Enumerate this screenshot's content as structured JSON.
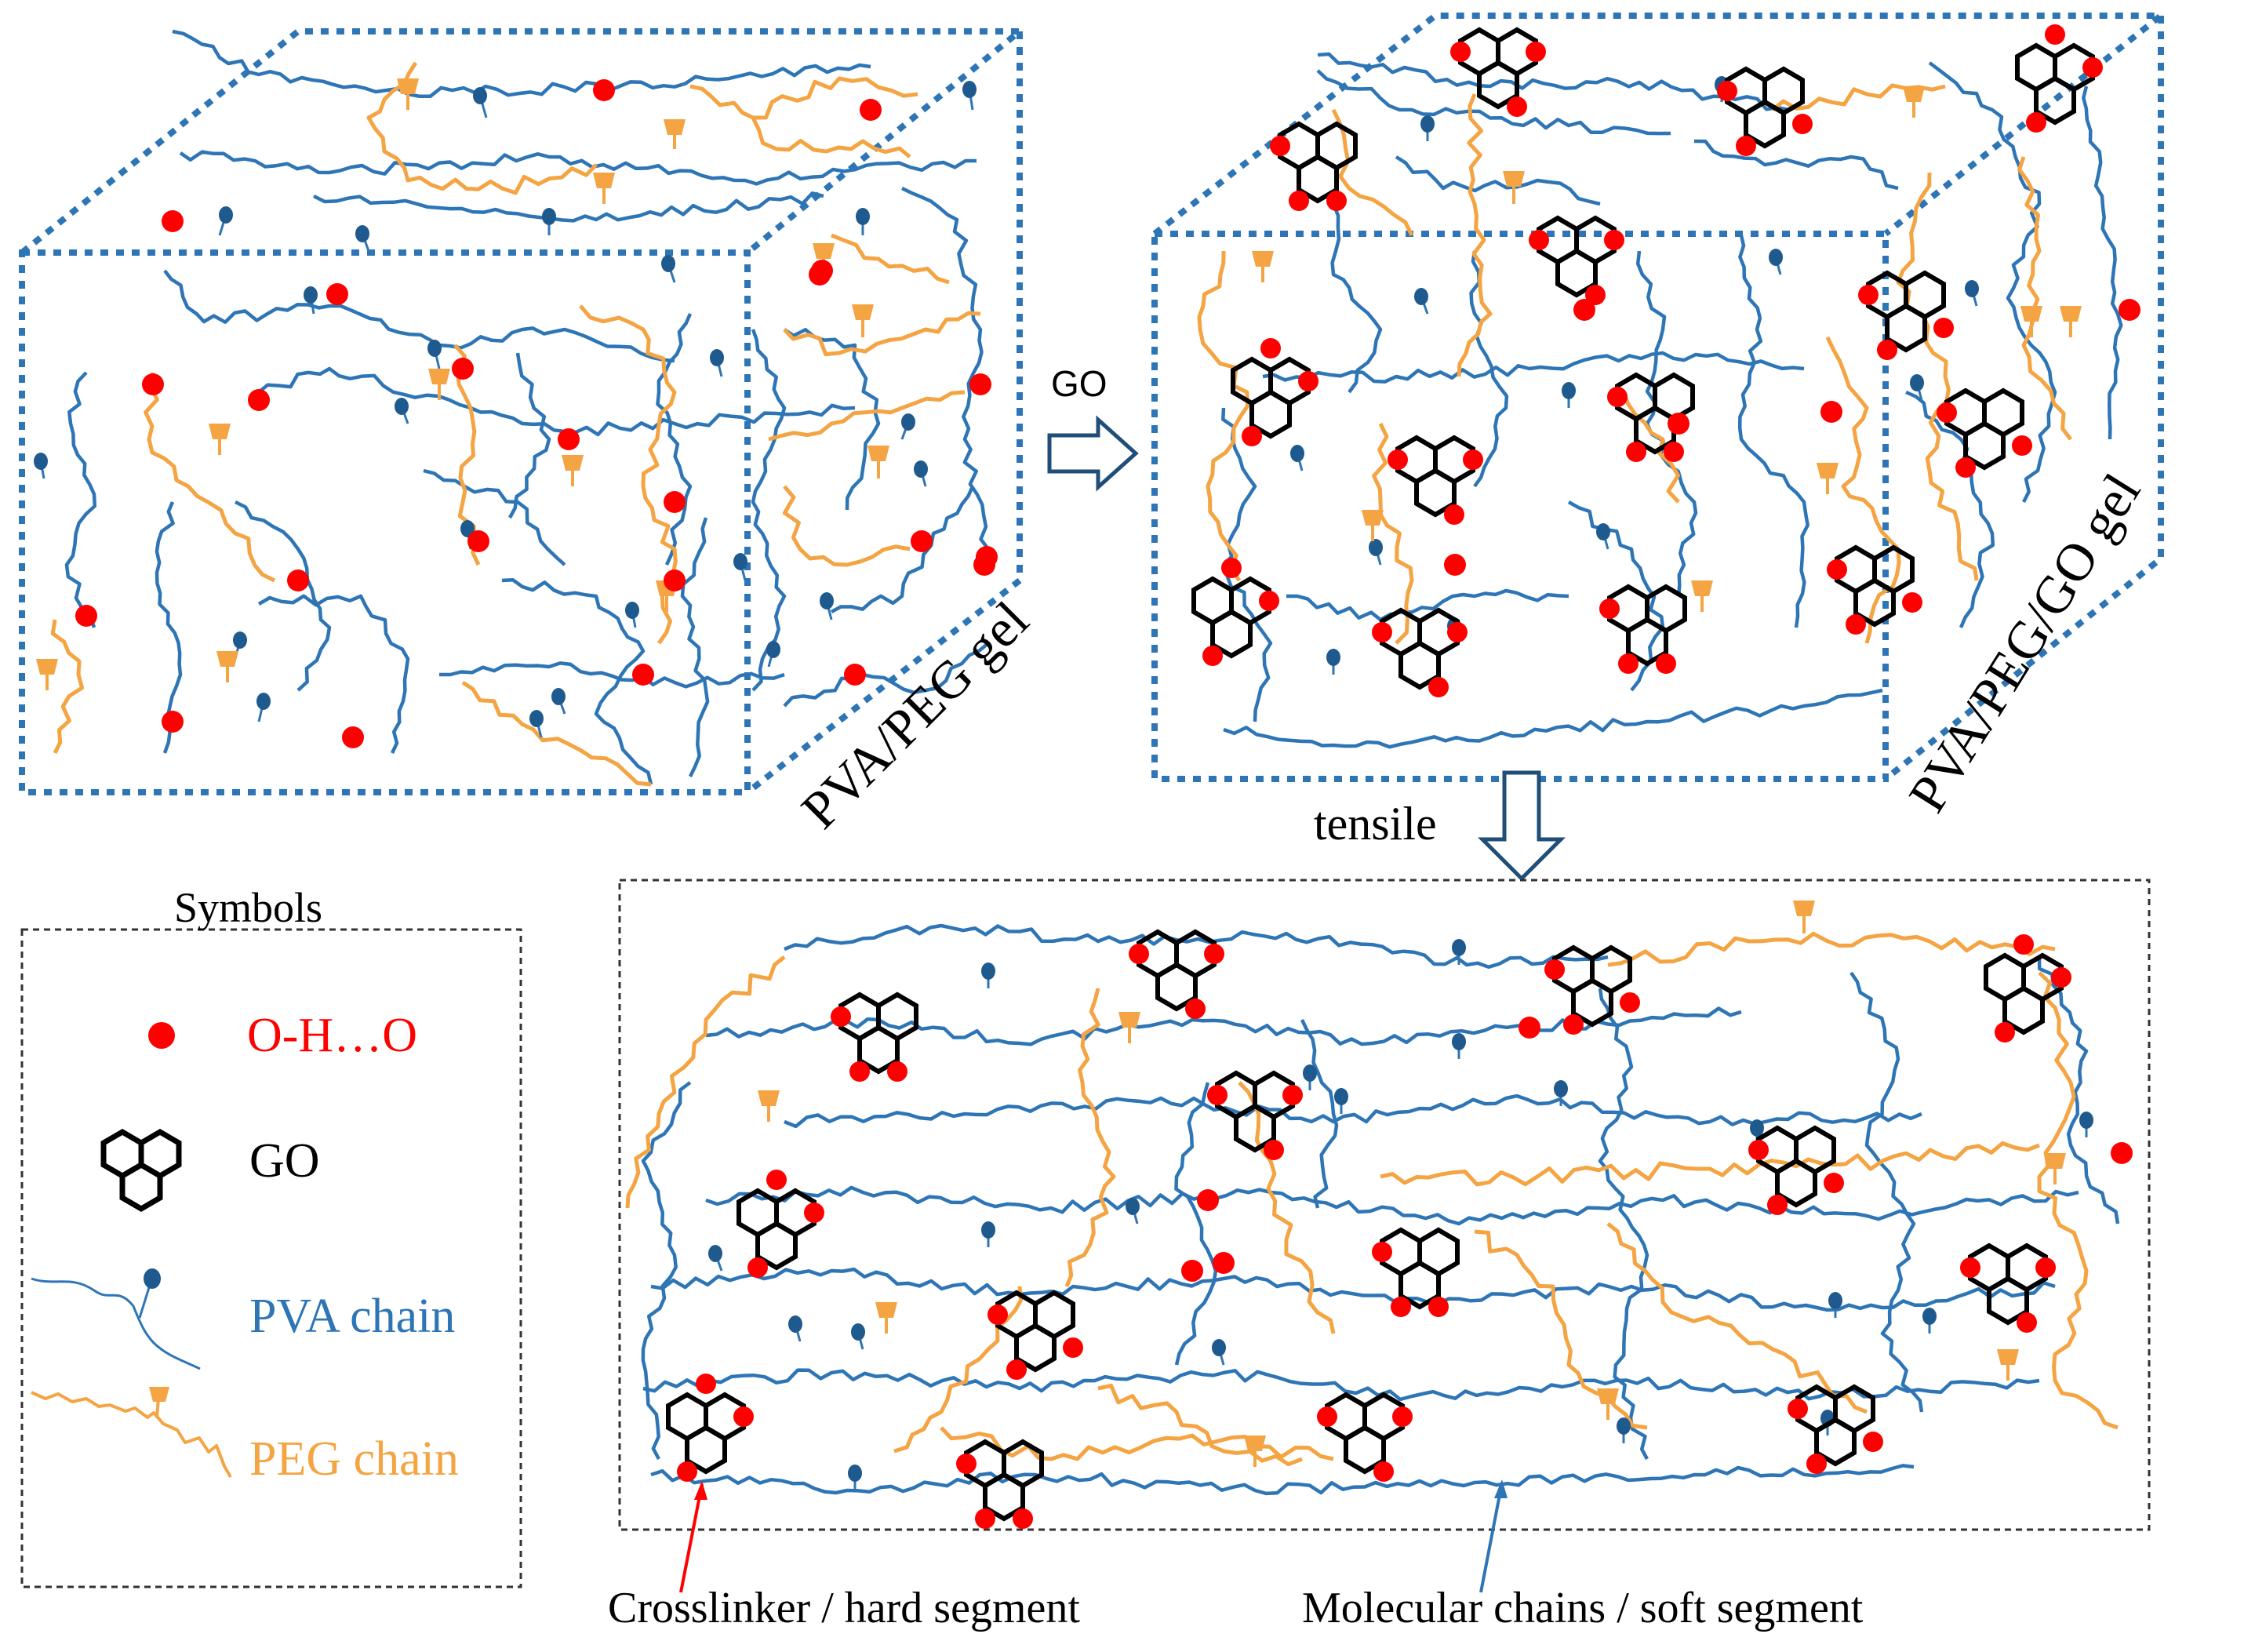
{
  "colors": {
    "pva": "#2e75b6",
    "peg": "#f4a442",
    "hbond": "#ff0000",
    "go": "#000000",
    "box": "#2e75b6",
    "knob": "#1f5a8e",
    "arrow": "#1f4e79"
  },
  "panels": {
    "pva_peg": {
      "label": "PVA/PEG gel"
    },
    "pva_peg_go": {
      "label": "PVA/PEG/GO gel"
    }
  },
  "arrows": {
    "go_label": "GO",
    "tensile_label": "tensile"
  },
  "legend": {
    "title": "Symbols",
    "items": [
      {
        "label": "O-H…O",
        "color": "#ff0000",
        "icon": "hbond-dot-icon"
      },
      {
        "label": "GO",
        "color": "#000000",
        "icon": "go-hexagon-icon"
      },
      {
        "label": "PVA chain",
        "color": "#2e75b6",
        "icon": "pva-chain-icon"
      },
      {
        "label": "PEG chain",
        "color": "#f4a442",
        "icon": "peg-chain-icon"
      }
    ]
  },
  "annotations": {
    "hard": "Crosslinker / hard segment",
    "soft": "Molecular chains / soft segment"
  }
}
